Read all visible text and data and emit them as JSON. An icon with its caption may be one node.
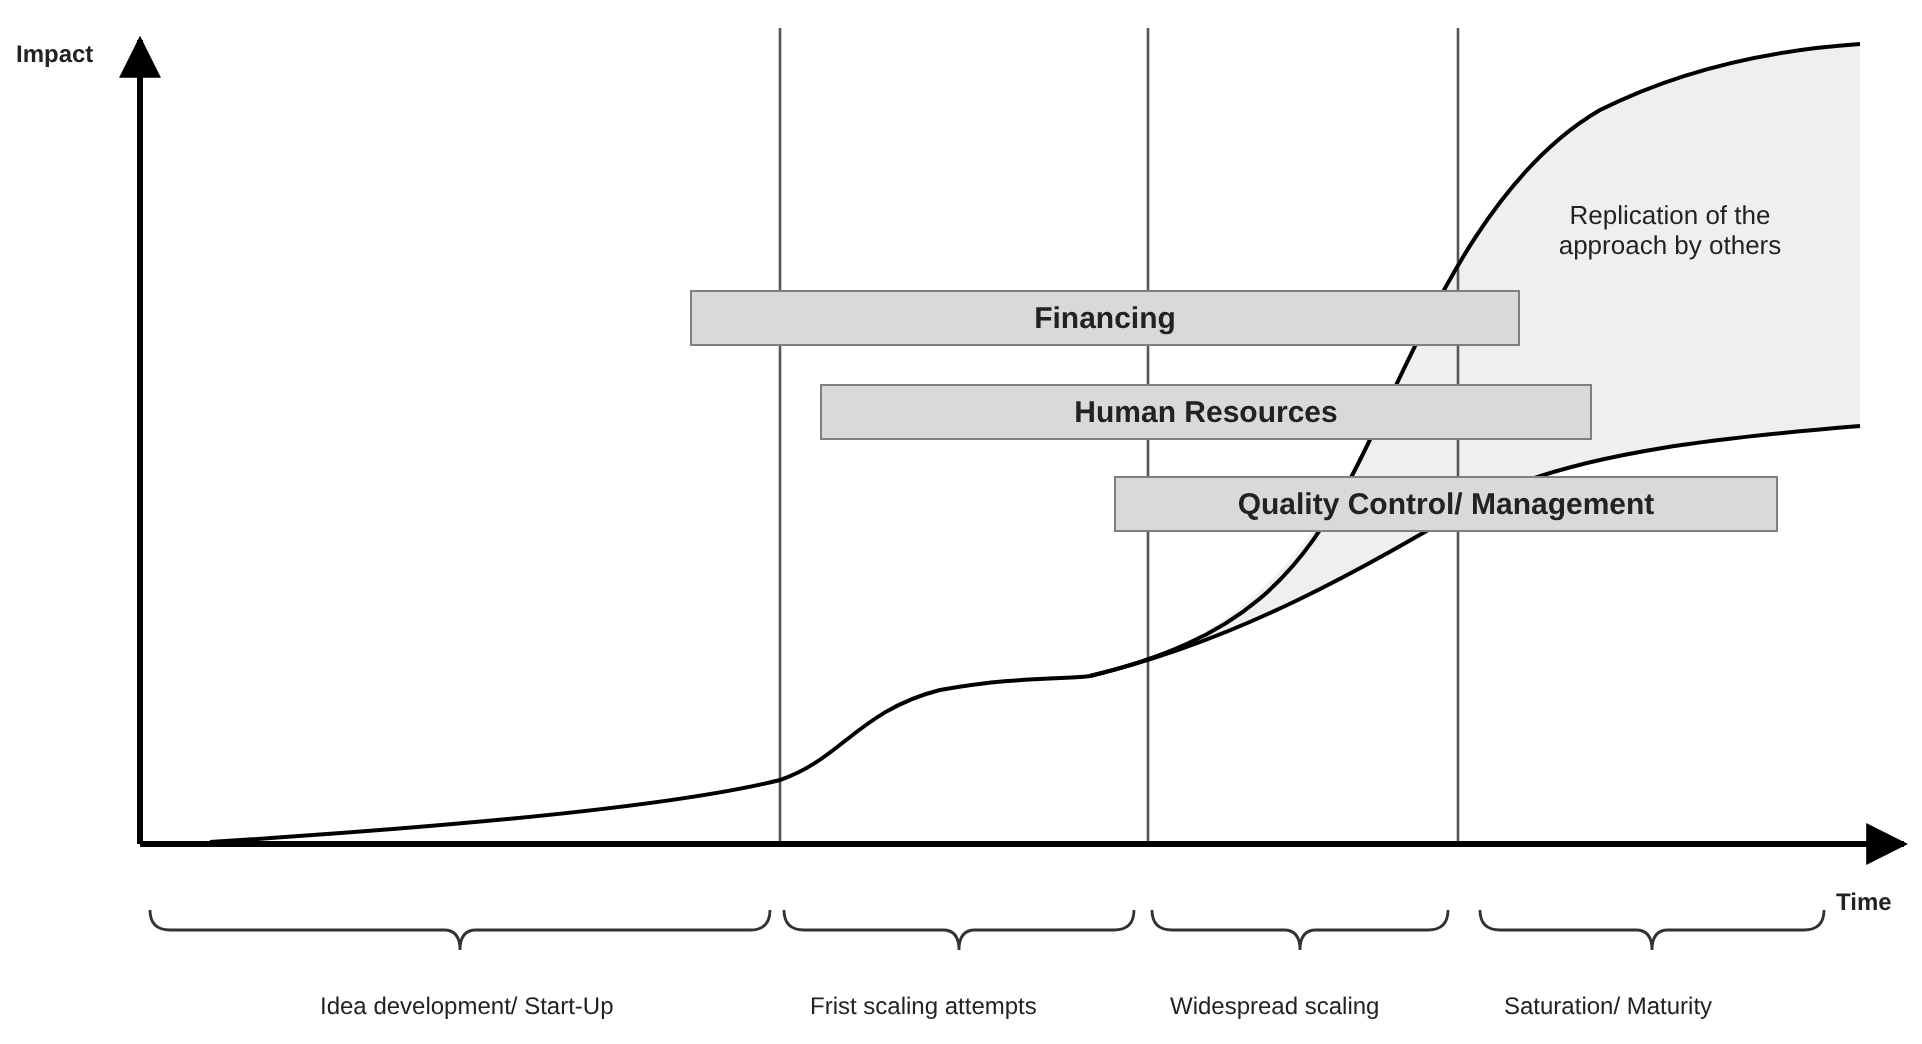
{
  "diagram": {
    "nodes": [
      {
        "text": [
          "Financing"
        ]
      },
      {
        "text": [
          "Human Resources"
        ]
      },
      {
        "text": [
          "Quality Control/ Management"
        ]
      }
    ],
    "labels": [
      "Impact",
      "Replication of the approach by others",
      "Time",
      "Idea development/ Start-Up",
      "Frist scaling attempts",
      "Widespread scaling",
      "Saturation/ Maturity"
    ]
  }
}
